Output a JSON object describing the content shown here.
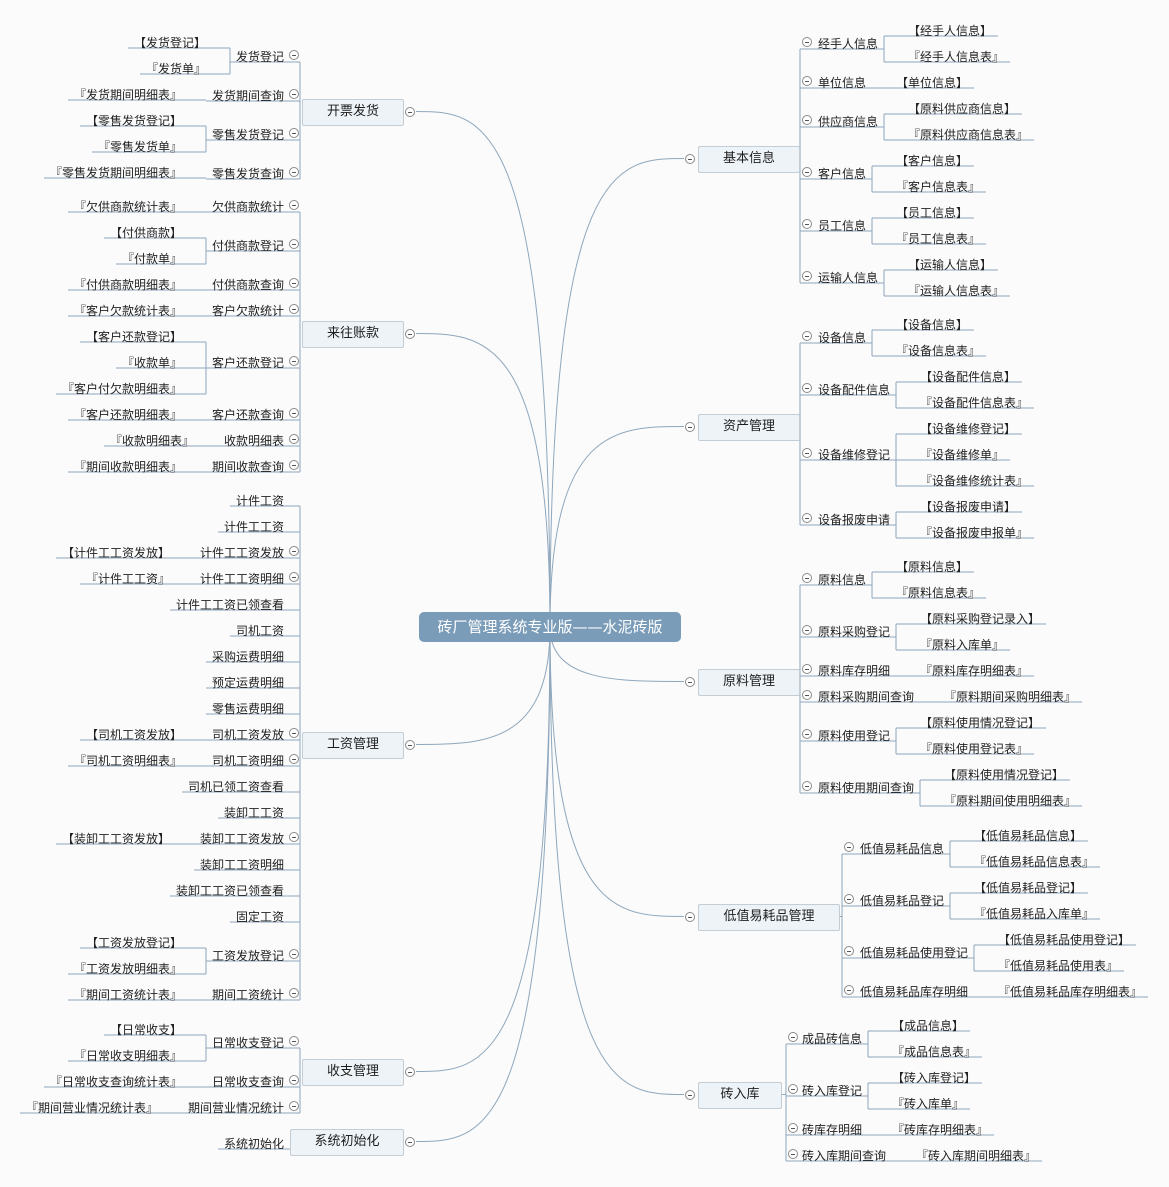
{
  "root": "砖厂管理系统专业版——水泥砖版",
  "left": [
    {
      "label": "开票发货",
      "children": [
        {
          "label": "发货登记",
          "collapse": true,
          "children": [
            "【发货登记】",
            "『发货单』"
          ]
        },
        {
          "label": "发货期间查询",
          "collapse": true,
          "children": [
            "『发货期间明细表』"
          ]
        },
        {
          "label": "零售发货登记",
          "collapse": true,
          "children": [
            "【零售发货登记】",
            "『零售发货单』"
          ]
        },
        {
          "label": "零售发货查询",
          "collapse": true,
          "children": [
            "『零售发货期间明细表』"
          ]
        }
      ]
    },
    {
      "label": "来往账款",
      "children": [
        {
          "label": "欠供商款统计",
          "collapse": true,
          "children": [
            "『欠供商款统计表』"
          ]
        },
        {
          "label": "付供商款登记",
          "collapse": true,
          "children": [
            "【付供商款】",
            "『付款单』"
          ]
        },
        {
          "label": "付供商款查询",
          "collapse": true,
          "children": [
            "『付供商款明细表』"
          ]
        },
        {
          "label": "客户欠款统计",
          "collapse": true,
          "children": [
            "『客户欠款统计表』"
          ]
        },
        {
          "label": "客户还款登记",
          "collapse": true,
          "children": [
            "【客户还款登记】",
            "『收款单』",
            "『客户付欠款明细表』"
          ]
        },
        {
          "label": "客户还款查询",
          "collapse": true,
          "children": [
            "『客户还款明细表』"
          ]
        },
        {
          "label": "收款明细表",
          "collapse": true,
          "children": [
            "『收款明细表』"
          ]
        },
        {
          "label": "期间收款查询",
          "collapse": true,
          "children": [
            "『期间收款明细表』"
          ]
        }
      ]
    },
    {
      "label": "工资管理",
      "children": [
        {
          "label": "计件工资",
          "collapse": false,
          "children": []
        },
        {
          "label": "计件工工资",
          "collapse": false,
          "children": []
        },
        {
          "label": "计件工工资发放",
          "collapse": true,
          "children": [
            "【计件工工资发放】"
          ]
        },
        {
          "label": "计件工工资明细",
          "collapse": true,
          "children": [
            "『计件工工资』"
          ]
        },
        {
          "label": "计件工工资已领查看",
          "collapse": false,
          "children": []
        },
        {
          "label": "司机工资",
          "collapse": false,
          "children": []
        },
        {
          "label": "采购运费明细",
          "collapse": false,
          "children": []
        },
        {
          "label": "预定运费明细",
          "collapse": false,
          "children": []
        },
        {
          "label": "零售运费明细",
          "collapse": false,
          "children": []
        },
        {
          "label": "司机工资发放",
          "collapse": true,
          "children": [
            "【司机工资发放】"
          ]
        },
        {
          "label": "司机工资明细",
          "collapse": true,
          "children": [
            "『司机工资明细表』"
          ]
        },
        {
          "label": "司机已领工资查看",
          "collapse": false,
          "children": []
        },
        {
          "label": "装卸工工资",
          "collapse": false,
          "children": []
        },
        {
          "label": "装卸工工资发放",
          "collapse": true,
          "children": [
            "【装卸工工资发放】"
          ]
        },
        {
          "label": "装卸工工资明细",
          "collapse": false,
          "children": []
        },
        {
          "label": "装卸工工资已领查看",
          "collapse": false,
          "children": []
        },
        {
          "label": "固定工资",
          "collapse": false,
          "children": []
        },
        {
          "label": "工资发放登记",
          "collapse": true,
          "children": [
            "【工资发放登记】",
            "『工资发放明细表』"
          ]
        },
        {
          "label": "期间工资统计",
          "collapse": true,
          "children": [
            "『期间工资统计表』"
          ]
        }
      ]
    },
    {
      "label": "收支管理",
      "children": [
        {
          "label": "日常收支登记",
          "collapse": true,
          "children": [
            "【日常收支】",
            "『日常收支明细表』"
          ]
        },
        {
          "label": "日常收支查询",
          "collapse": true,
          "children": [
            "『日常收支查询统计表』"
          ]
        },
        {
          "label": "期间营业情况统计",
          "collapse": true,
          "children": [
            "『期间营业情况统计表』"
          ]
        }
      ]
    },
    {
      "label": "系统初始化",
      "children": [
        {
          "label": "系统初始化",
          "collapse": false,
          "children": []
        }
      ]
    }
  ],
  "right": [
    {
      "label": "基本信息",
      "children": [
        {
          "label": "经手人信息",
          "collapse": true,
          "children": [
            "【经手人信息】",
            "『经手人信息表』"
          ]
        },
        {
          "label": "单位信息",
          "collapse": true,
          "children": [
            "【单位信息】"
          ]
        },
        {
          "label": "供应商信息",
          "collapse": true,
          "children": [
            "【原料供应商信息】",
            "『原料供应商信息表』"
          ]
        },
        {
          "label": "客户信息",
          "collapse": true,
          "children": [
            "【客户信息】",
            "『客户信息表』"
          ]
        },
        {
          "label": "员工信息",
          "collapse": true,
          "children": [
            "【员工信息】",
            "『员工信息表』"
          ]
        },
        {
          "label": "运输人信息",
          "collapse": true,
          "children": [
            "【运输人信息】",
            "『运输人信息表』"
          ]
        }
      ]
    },
    {
      "label": "资产管理",
      "children": [
        {
          "label": "设备信息",
          "collapse": true,
          "children": [
            "【设备信息】",
            "『设备信息表』"
          ]
        },
        {
          "label": "设备配件信息",
          "collapse": true,
          "children": [
            "【设备配件信息】",
            "『设备配件信息表』"
          ]
        },
        {
          "label": "设备维修登记",
          "collapse": true,
          "children": [
            "【设备维修登记】",
            "『设备维修单』",
            "『设备维修统计表』"
          ]
        },
        {
          "label": "设备报废申请",
          "collapse": true,
          "children": [
            "【设备报废申请】",
            "『设备报废申报单』"
          ]
        }
      ]
    },
    {
      "label": "原料管理",
      "children": [
        {
          "label": "原料信息",
          "collapse": true,
          "children": [
            "【原料信息】",
            "『原料信息表』"
          ]
        },
        {
          "label": "原料采购登记",
          "collapse": true,
          "children": [
            "【原料采购登记录入】",
            "『原料入库单』"
          ]
        },
        {
          "label": "原料库存明细",
          "collapse": true,
          "children": [
            "『原料库存明细表』"
          ]
        },
        {
          "label": "原料采购期间查询",
          "collapse": true,
          "children": [
            "『原料期间采购明细表』"
          ]
        },
        {
          "label": "原料使用登记",
          "collapse": true,
          "children": [
            "【原料使用情况登记】",
            "『原料使用登记表』"
          ]
        },
        {
          "label": "原料使用期间查询",
          "collapse": true,
          "children": [
            "【原料使用情况登记】",
            "『原料期间使用明细表』"
          ]
        }
      ]
    },
    {
      "label": "低值易耗品管理",
      "children": [
        {
          "label": "低值易耗品信息",
          "collapse": true,
          "children": [
            "【低值易耗品信息】",
            "『低值易耗品信息表』"
          ]
        },
        {
          "label": "低值易耗品登记",
          "collapse": true,
          "children": [
            "【低值易耗品登记】",
            "『低值易耗品入库单』"
          ]
        },
        {
          "label": "低值易耗品使用登记",
          "collapse": true,
          "children": [
            "【低值易耗品使用登记】",
            "『低值易耗品使用表』"
          ]
        },
        {
          "label": "低值易耗品库存明细",
          "collapse": true,
          "children": [
            "『低值易耗品库存明细表』"
          ]
        }
      ]
    },
    {
      "label": "砖入库",
      "children": [
        {
          "label": "成品砖信息",
          "collapse": true,
          "children": [
            "【成品信息】",
            "『成品信息表』"
          ]
        },
        {
          "label": "砖入库登记",
          "collapse": true,
          "children": [
            "【砖入库登记】",
            "『砖入库单』"
          ]
        },
        {
          "label": "砖库存明细",
          "collapse": true,
          "children": [
            "『砖库存明细表』"
          ]
        },
        {
          "label": "砖入库期间查询",
          "collapse": true,
          "children": [
            "『砖入库期间明细表』"
          ]
        }
      ]
    }
  ]
}
